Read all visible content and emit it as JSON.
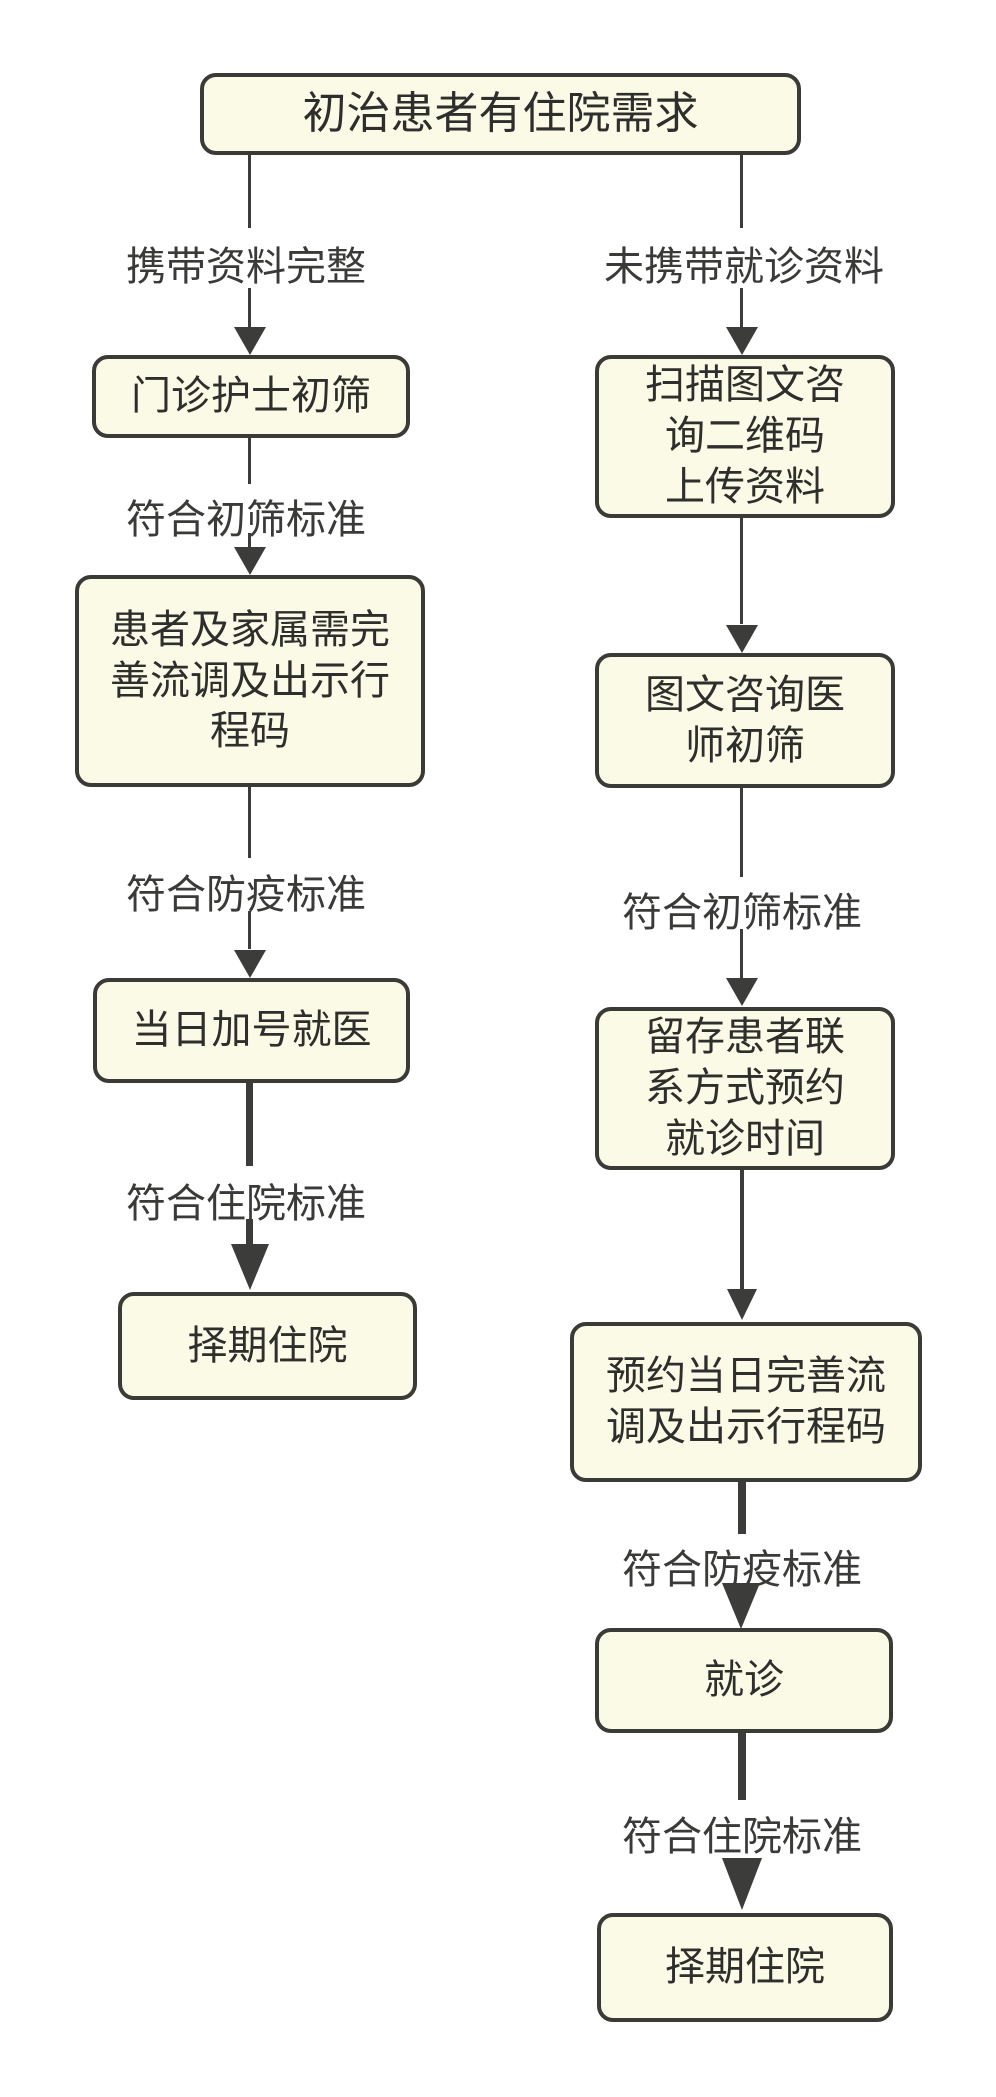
{
  "diagram": {
    "root": "初治患者有住院需求",
    "left": {
      "branch_label": "携带资料完整",
      "steps": [
        "门诊护士初筛",
        "患者及家属需完\n善流调及出示行\n程码",
        "当日加号就医",
        "择期住院"
      ],
      "edge_labels": [
        "符合初筛标准",
        "符合防疫标准",
        "符合住院标准"
      ]
    },
    "right": {
      "branch_label": "未携带就诊资料",
      "steps": [
        "扫描图文咨\n询二维码\n上传资料",
        "图文咨询医\n师初筛",
        "留存患者联\n系方式预约\n就诊时间",
        "预约当日完善流\n调及出示行程码",
        "就诊",
        "择期住院"
      ],
      "edge_labels": [
        "符合初筛标准",
        "符合防疫标准",
        "符合住院标准"
      ]
    },
    "colors": {
      "box_fill": "#FBFAE6",
      "box_border": "#3A3A36",
      "connector": "#3C3C3A",
      "text": "#2E2E2C",
      "background": "#FFFFFF"
    }
  }
}
